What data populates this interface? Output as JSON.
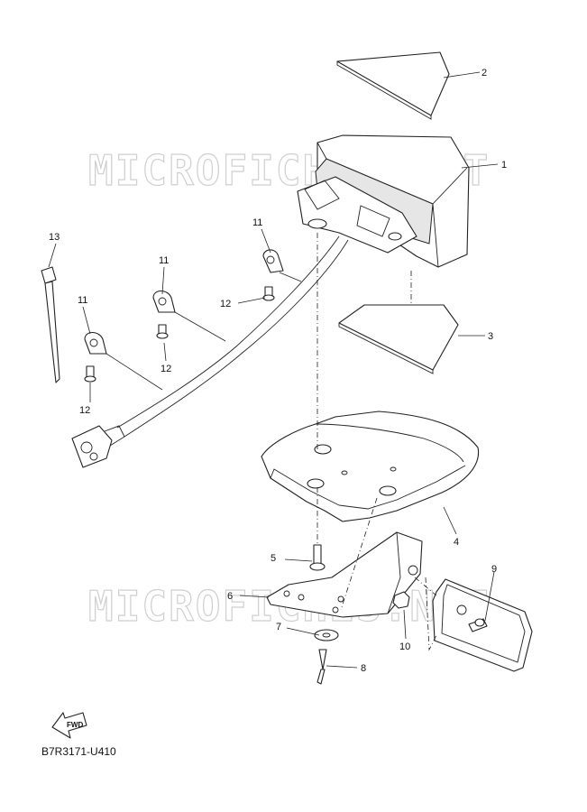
{
  "watermark": "MICROFICHES.NET",
  "diagram_code": "B7R3171-U410",
  "fwd_label": "FWD",
  "callouts": [
    "1",
    "2",
    "3",
    "4",
    "5",
    "6",
    "7",
    "8",
    "9",
    "10",
    "11",
    "11",
    "11",
    "12",
    "12",
    "12",
    "13"
  ]
}
